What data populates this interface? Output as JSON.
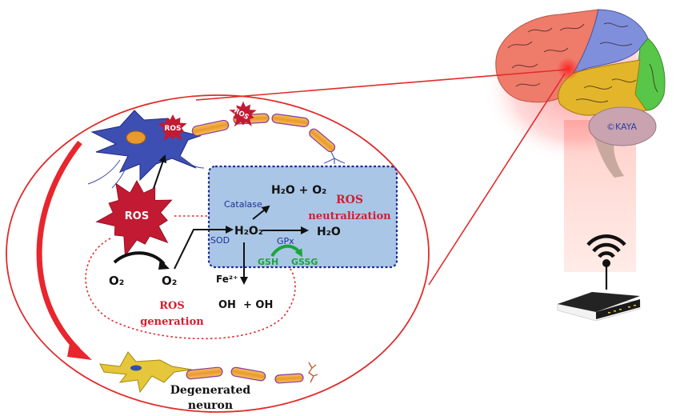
{
  "figure": {
    "type": "diagram",
    "topic": "Oxidative stress and neuronal degeneration linked to Wi-Fi exposure"
  },
  "labels": {
    "ros_main": "ROS",
    "ros_neuron_1": "ROS",
    "ros_neuron_2": "ROS",
    "h2o_o2": "H₂O + O₂",
    "catalase": "Catalase",
    "ros_neutralization_line1": "ROS",
    "ros_neutralization_line2": "neutralization",
    "sod": "SOD",
    "h2o2": "H₂O₂",
    "h2o": "H₂O",
    "gpx": "GPx",
    "gsh": "GSH",
    "gssg": "GSSG",
    "o2_left": "O₂",
    "o2_right": "O₂",
    "fe2": "Fe²⁺",
    "oh_oh": "OH  + OH",
    "ros_generation_line1": "ROS",
    "ros_generation_line2": "generation",
    "degenerated_line1": "Degenerated",
    "degenerated_line2": "neuron",
    "brain_watermark": "©KAYA"
  },
  "colors": {
    "accent_red": "#e32b2b",
    "ros_star": "#c21a33",
    "neutralization_box": "#a9c6e6",
    "neutralization_border": "#1f2f96",
    "healthy_neuron": "#3d4fb3",
    "degenerated_neuron": "#e6c63a",
    "brain_frontal": "#ef7b6a",
    "brain_parietal": "#7f8fdc",
    "brain_temporal": "#e3b52a",
    "brain_occipital": "#58c648",
    "brain_cerebellum": "#c9a3b0",
    "router": "#1e1e1e"
  }
}
